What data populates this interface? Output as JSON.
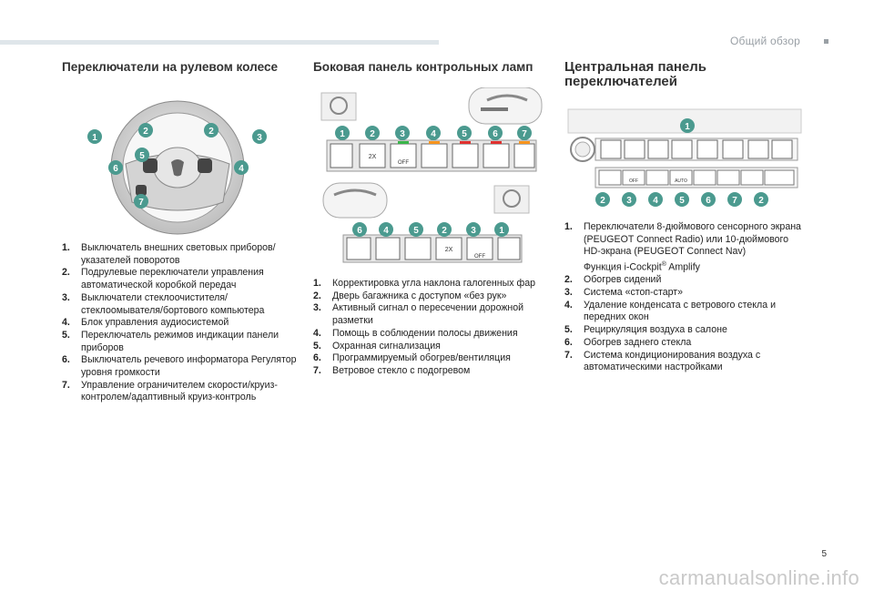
{
  "header": {
    "section": "Общий обзор",
    "page_number": "5",
    "watermark": "carmanualsonline.info"
  },
  "col1": {
    "title": "Переключатели на рулевом колесе",
    "callouts": [
      "1",
      "2",
      "2",
      "3",
      "6",
      "5",
      "4",
      "7"
    ],
    "items": [
      {
        "n": "1.",
        "t": "Выключатель внешних световых приборов/указателей поворотов"
      },
      {
        "n": "2.",
        "t": "Подрулевые переключатели управления автоматической коробкой передач"
      },
      {
        "n": "3.",
        "t": "Выключатели стеклоочистителя/стеклоомывателя/бортового компьютера"
      },
      {
        "n": "4.",
        "t": "Блок управления аудиосистемой"
      },
      {
        "n": "5.",
        "t": "Переключатель режимов индикации панели приборов"
      },
      {
        "n": "6.",
        "t": "Выключатель речевого информатора Регулятор уровня громкости"
      },
      {
        "n": "7.",
        "t": "Управление ограничителем скорости/круиз-контролем/адаптивный круиз-контроль"
      }
    ]
  },
  "col2": {
    "title": "Боковая панель контрольных ламп",
    "top_row_callouts": [
      "1",
      "2",
      "3",
      "4",
      "5",
      "6",
      "7"
    ],
    "bottom_row_callouts": [
      "6",
      "4",
      "5",
      "2",
      "3",
      "1"
    ],
    "button_texts": {
      "twox": "2X",
      "off": "OFF"
    },
    "items": [
      {
        "n": "1.",
        "t": "Корректировка угла наклона галогенных фар"
      },
      {
        "n": "2.",
        "t": "Дверь багажника с доступом «без рук»"
      },
      {
        "n": "3.",
        "t": "Активный сигнал о пересечении дорожной разметки"
      },
      {
        "n": "4.",
        "t": "Помощь в соблюдении полосы движения"
      },
      {
        "n": "5.",
        "t": "Охранная сигнализация"
      },
      {
        "n": "6.",
        "t": "Программируемый обогрев/вентиляция"
      },
      {
        "n": "7.",
        "t": "Ветровое стекло с подогревом"
      }
    ]
  },
  "col3": {
    "title_line1": "Центральная панель",
    "title_line2": "переключателей",
    "top_callout": "1",
    "bottom_callouts": [
      "2",
      "3",
      "4",
      "5",
      "6",
      "7",
      "2"
    ],
    "button_texts": {
      "auto": "AUTO",
      "off": "OFF"
    },
    "items": [
      {
        "n": "1.",
        "t": "Переключатели 8-дюймового сенсорного экрана (PEUGEOT Connect Radio) или 10-дюймового HD-экрана (PEUGEOT Connect Nav)",
        "t2": "Функция i-Cockpit",
        "sup": "®",
        "t3": " Amplify"
      },
      {
        "n": "2.",
        "t": "Обогрев сидений"
      },
      {
        "n": "3.",
        "t": "Система «стоп-старт»"
      },
      {
        "n": "4.",
        "t": "Удаление конденсата с ветрового стекла и передних окон"
      },
      {
        "n": "5.",
        "t": "Рециркуляция воздуха в салоне"
      },
      {
        "n": "6.",
        "t": "Обогрев заднего стекла"
      },
      {
        "n": "7.",
        "t": "Система кондиционирования воздуха с автоматическими настройками"
      }
    ]
  },
  "colors": {
    "badge": "#4b9a8f",
    "indicator_green": "#39b54a",
    "indicator_orange": "#f7941d",
    "indicator_red": "#e0312f",
    "rule": "#dfe6ea"
  }
}
